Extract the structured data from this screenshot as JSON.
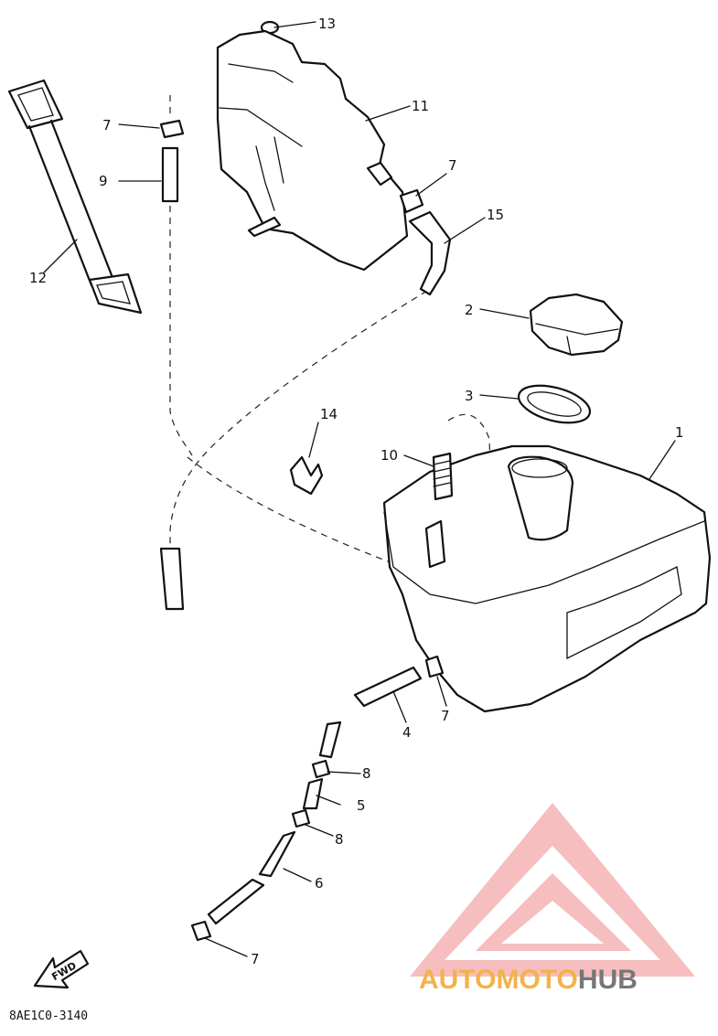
{
  "diagram": {
    "callouts": [
      {
        "id": "c1",
        "label": "1"
      },
      {
        "id": "c2",
        "label": "2"
      },
      {
        "id": "c3",
        "label": "3"
      },
      {
        "id": "c4",
        "label": "4"
      },
      {
        "id": "c5",
        "label": "5"
      },
      {
        "id": "c6",
        "label": "6"
      },
      {
        "id": "c7a",
        "label": "7"
      },
      {
        "id": "c7b",
        "label": "7"
      },
      {
        "id": "c7c",
        "label": "7"
      },
      {
        "id": "c7d",
        "label": "7"
      },
      {
        "id": "c8a",
        "label": "8"
      },
      {
        "id": "c8b",
        "label": "8"
      },
      {
        "id": "c9",
        "label": "9"
      },
      {
        "id": "c10",
        "label": "10"
      },
      {
        "id": "c11",
        "label": "11"
      },
      {
        "id": "c12",
        "label": "12"
      },
      {
        "id": "c13",
        "label": "13"
      },
      {
        "id": "c14",
        "label": "14"
      },
      {
        "id": "c15",
        "label": "15"
      }
    ],
    "fwd_label": "FWD",
    "figure_code": "8AE1C0-3140"
  },
  "watermark": {
    "brand_part1": "AUTOMOTO",
    "brand_part2": "HUB",
    "colors": {
      "triangle": "#f08a8a",
      "part1": "#f4b24a",
      "part2": "#777777"
    }
  }
}
